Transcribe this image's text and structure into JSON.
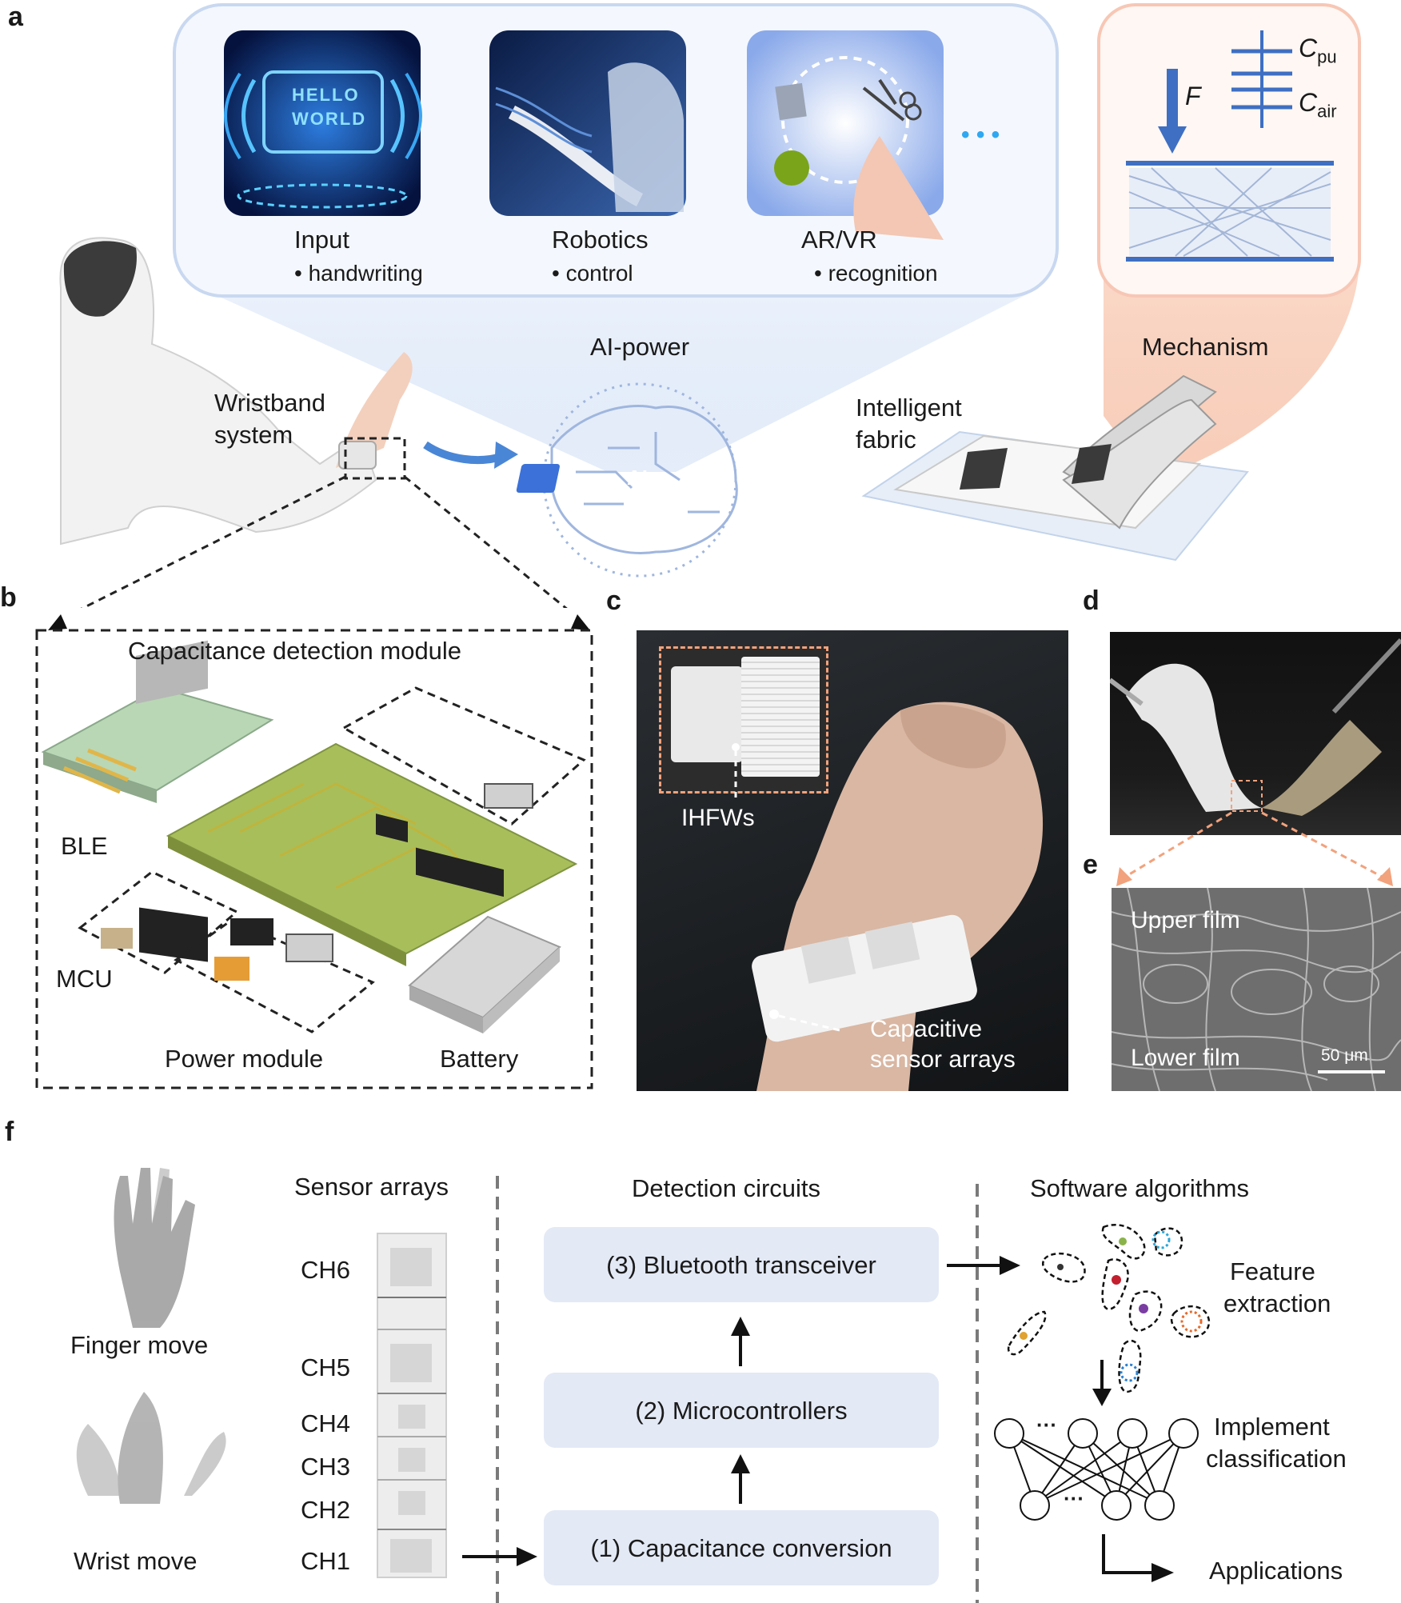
{
  "panel_letters": {
    "a": "a",
    "b": "b",
    "c": "c",
    "d": "d",
    "e": "e",
    "f": "f"
  },
  "panel_a": {
    "apps": [
      {
        "title": "Input",
        "sub": "• handwriting"
      },
      {
        "title": "Robotics",
        "sub": "• control"
      },
      {
        "title": "AR/VR",
        "sub": "• recognition"
      }
    ],
    "screen_text": [
      "HELLO",
      "WORLD"
    ],
    "ellipsis": "• • •",
    "ai_power": "AI-power",
    "ai_chip": "AI",
    "wristband": [
      "Wristband",
      "system"
    ],
    "intelligent_fabric": [
      "Intelligent",
      "fabric"
    ],
    "mechanism": "Mechanism",
    "force": "F",
    "c_pu": {
      "main": "C",
      "sub": "pu"
    },
    "c_air": {
      "main": "C",
      "sub": "air"
    }
  },
  "panel_b": {
    "title": "Capacitance detection module",
    "labels": {
      "ble": "BLE",
      "mcu": "MCU",
      "power": "Power module",
      "battery": "Battery"
    }
  },
  "panel_c": {
    "ihfws": "IHFWs",
    "sensor": [
      "Capacitive",
      "sensor arrays"
    ]
  },
  "panel_e": {
    "upper": "Upper film",
    "lower": "Lower film",
    "scale": "50 μm"
  },
  "panel_f": {
    "finger": "Finger move",
    "wrist": "Wrist move",
    "sensor_arrays": "Sensor arrays",
    "channels": [
      "CH6",
      "CH5",
      "CH4",
      "CH3",
      "CH2",
      "CH1"
    ],
    "detection_circuits": "Detection circuits",
    "boxes": [
      "(3) Bluetooth transceiver",
      "(2) Microcontrollers",
      "(1) Capacitance conversion"
    ],
    "software": "Software algorithms",
    "feature": [
      "Feature",
      "extraction"
    ],
    "classification": [
      "Implement",
      "classification"
    ],
    "dots": "···",
    "applications": "Applications"
  },
  "colors": {
    "blue_panel_border": "#c9d8f0",
    "pink_panel": "#f7c7b5",
    "box_fill": "#e3e9f5",
    "arrow_blue": "#3f6fc2",
    "dash": "#7a7a7a"
  }
}
